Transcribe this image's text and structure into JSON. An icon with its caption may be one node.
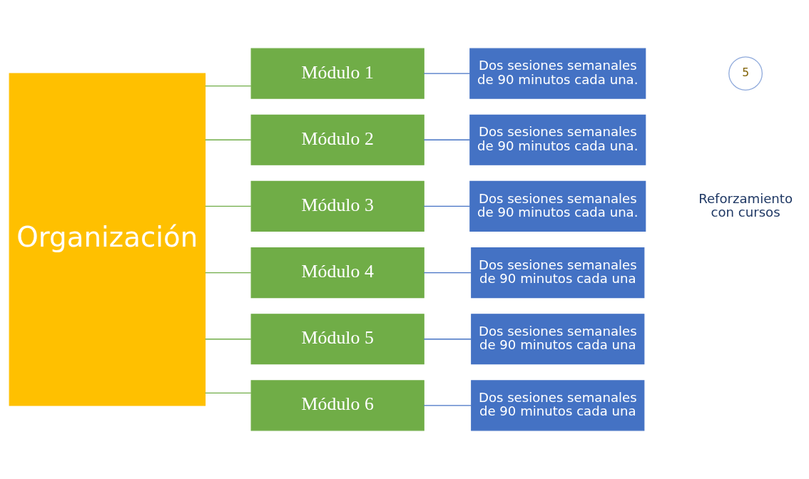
{
  "diagram": {
    "nodes": [
      {
        "text": [
          "Organización"
        ]
      },
      {
        "text": [
          "Módulo 1"
        ]
      },
      {
        "text": [
          "Dos sesiones semanales de 90 minutos cada una."
        ]
      },
      {
        "text": [
          "Módulo 2"
        ]
      },
      {
        "text": [
          "Dos sesiones semanales de 90 minutos cada una."
        ]
      },
      {
        "text": [
          "Módulo 3"
        ]
      },
      {
        "text": [
          "Dos sesiones semanales de 90 minutos cada una."
        ]
      },
      {
        "text": [
          "Módulo 4"
        ]
      },
      {
        "text": [
          "Dos sesiones semanales de 90 minutos cada una"
        ]
      },
      {
        "text": [
          "Módulo 5"
        ]
      },
      {
        "text": [
          "Dos sesiones semanales de 90 minutos cada una"
        ]
      },
      {
        "text": [
          "Módulo 6"
        ]
      },
      {
        "text": [
          "Dos sesiones semanales de 90 minutos cada una"
        ]
      },
      {
        "text": [
          "5"
        ]
      }
    ],
    "edges": [
      {
        "from": 0,
        "to": 1,
        "arrow": "none",
        "color": "#70ad47"
      },
      {
        "from": 0,
        "to": 3,
        "arrow": "none",
        "color": "#70ad47"
      },
      {
        "from": 0,
        "to": 5,
        "arrow": "none",
        "color": "#70ad47"
      },
      {
        "from": 0,
        "to": 7,
        "arrow": "none",
        "color": "#70ad47"
      },
      {
        "from": 0,
        "to": 9,
        "arrow": "none",
        "color": "#70ad47"
      },
      {
        "from": 0,
        "to": 11,
        "arrow": "none",
        "color": "#70ad47"
      },
      {
        "from": 1,
        "to": 2,
        "arrow": "none",
        "color": "#4472c4"
      },
      {
        "from": 3,
        "to": 4,
        "arrow": "none",
        "color": "#4472c4"
      },
      {
        "from": 5,
        "to": 6,
        "arrow": "none",
        "color": "#4472c4"
      },
      {
        "from": 7,
        "to": 8,
        "arrow": "none",
        "color": "#4472c4"
      },
      {
        "from": 9,
        "to": 10,
        "arrow": "none",
        "color": "#4472c4"
      },
      {
        "from": 11,
        "to": 12,
        "arrow": "none",
        "color": "#4472c4"
      }
    ],
    "labels": [
      "Reforzamiento con cursos"
    ]
  }
}
